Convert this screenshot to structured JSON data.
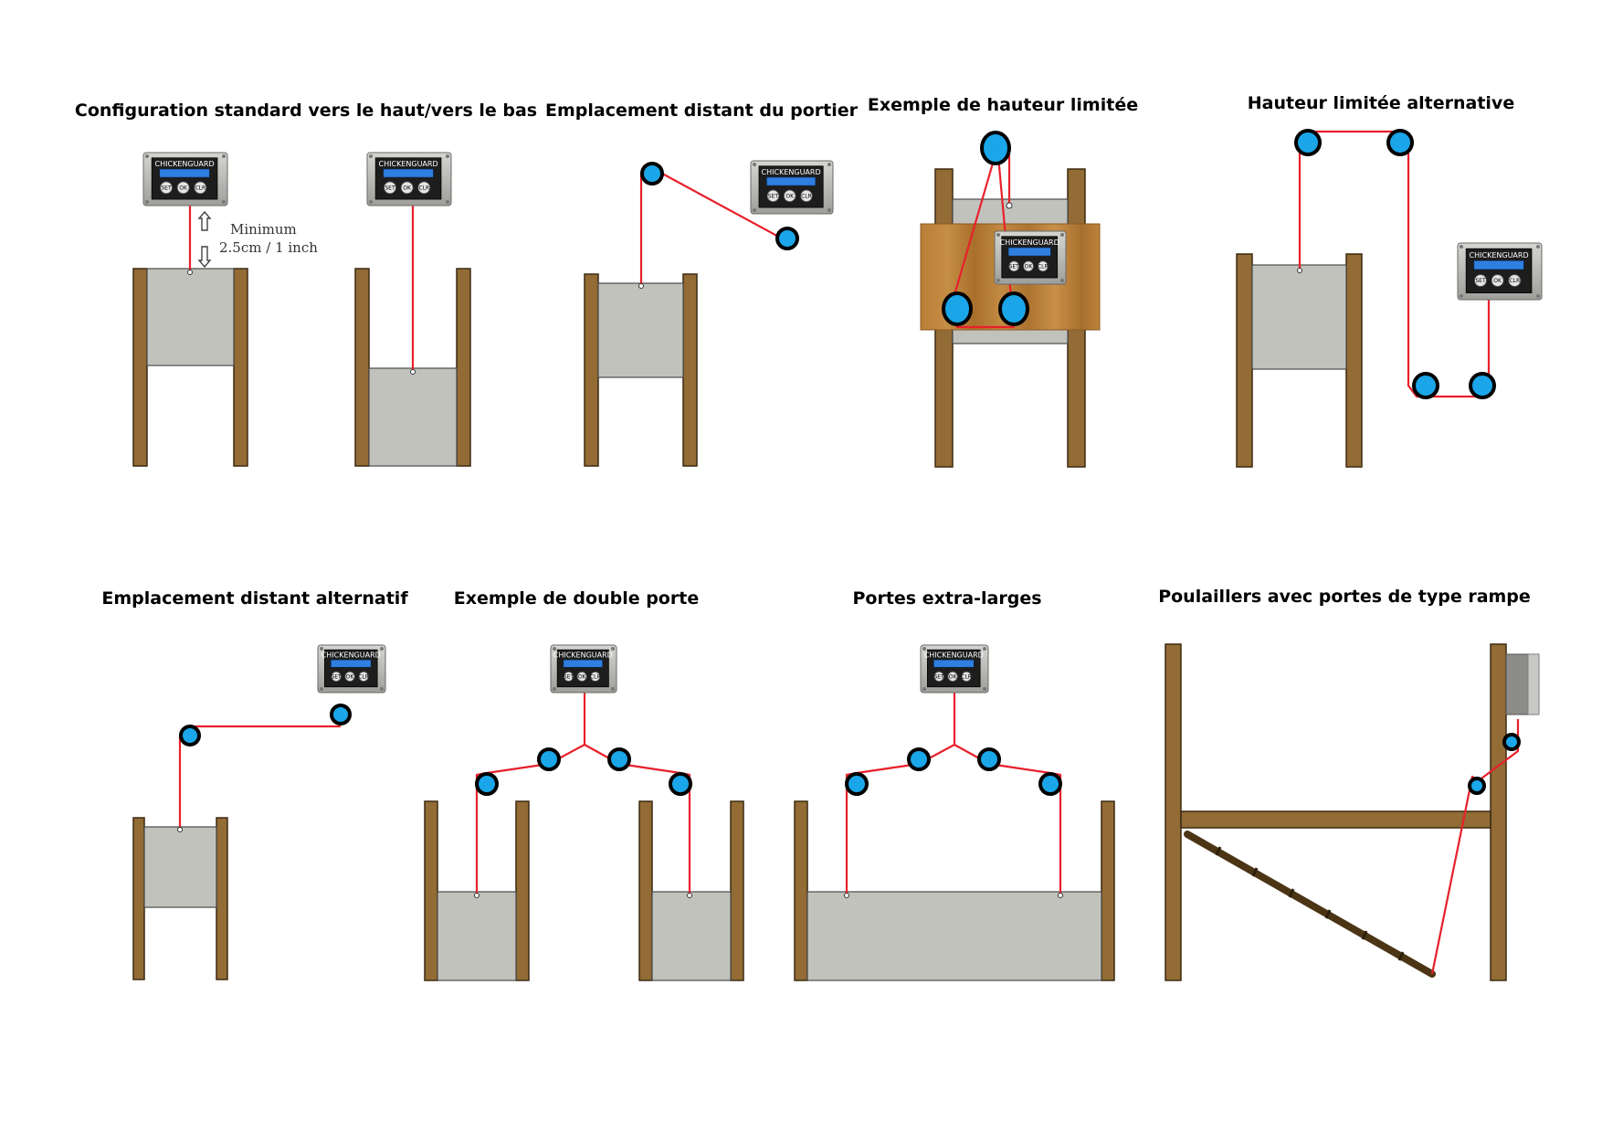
{
  "colors": {
    "post": "#926b35",
    "door": "#c2c2bd",
    "cable": "#e8202a",
    "pulley": "#1aa6e8",
    "wood_panel": "#b7803b"
  },
  "controller": {
    "brand": "CHICKENGUARD",
    "buttons": [
      "SET",
      "OK",
      "CLR"
    ]
  },
  "panels": [
    {
      "id": "standard",
      "title": "Configuration standard vers le haut/vers le bas",
      "annotation": {
        "line1": "Minimum",
        "line2": "2.5cm / 1 inch"
      }
    },
    {
      "id": "remote",
      "title": "Emplacement distant du portier"
    },
    {
      "id": "limited-height",
      "title": "Exemple de hauteur limitée"
    },
    {
      "id": "alt-limited-height",
      "title": "Hauteur limitée alternative"
    },
    {
      "id": "alt-remote",
      "title": "Emplacement distant alternatif"
    },
    {
      "id": "double-door",
      "title": "Exemple de double porte"
    },
    {
      "id": "extra-wide",
      "title": "Portes extra-larges"
    },
    {
      "id": "ramp",
      "title": "Poulaillers avec portes de type rampe"
    }
  ]
}
